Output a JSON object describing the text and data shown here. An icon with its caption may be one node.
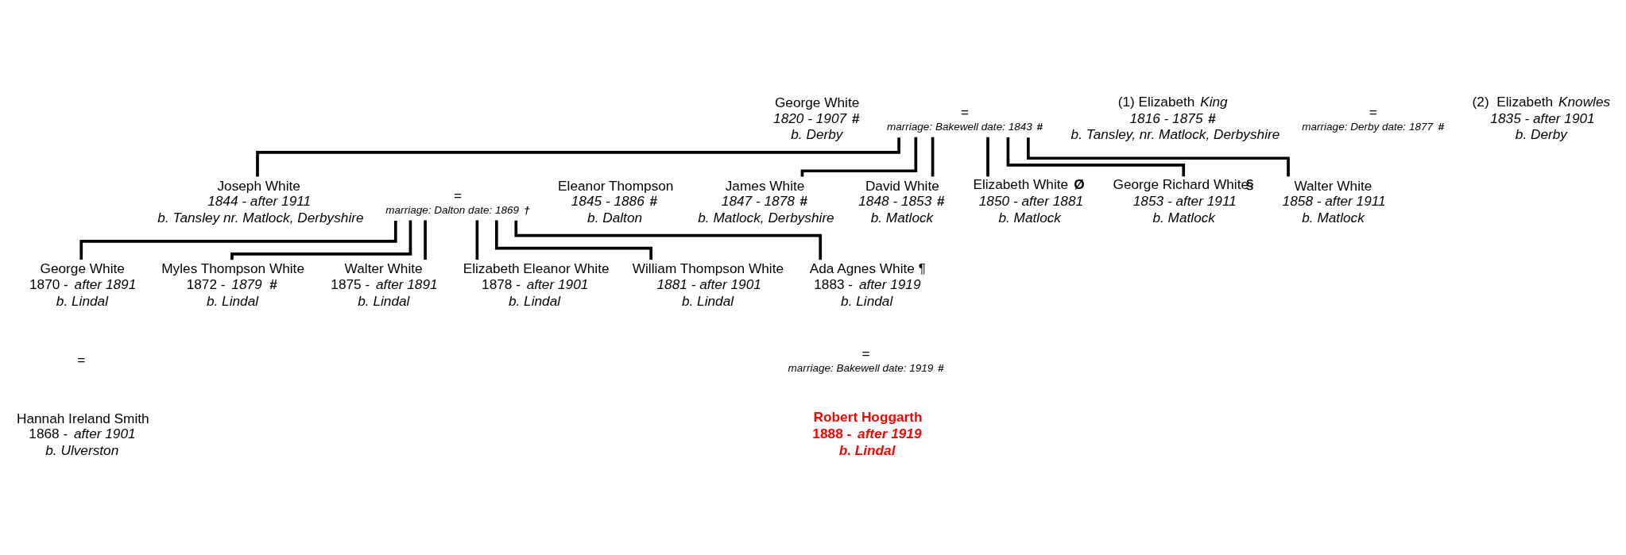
{
  "diagram": {
    "nodes": [
      {
        "text": [
          "George White",
          "1820 - 1907 **#**",
          "b. Derby"
        ]
      },
      {
        "text": [
          "="
        ],
        "beside": [
          "marriage: Bakewell date: 1843 **#**"
        ]
      },
      {
        "text": [
          "(1) Elizabeth *King*",
          "1816 - 1875 **#**",
          "b. Tansley, nr. Matlock, Derbyshire"
        ]
      },
      {
        "text": [
          "="
        ],
        "beside": [
          "marriage: Derby date: 1877 **#**"
        ]
      },
      {
        "text": [
          "(2)  Elizabeth *Knowles*",
          "1835 - after 1901",
          "b. Derby"
        ]
      },
      {
        "text": [
          "Joseph White",
          "1844 - after 1911",
          "b. Tansley nr. Matlock, Derbyshire"
        ]
      },
      {
        "text": [
          "="
        ],
        "beside": [
          "marriage: Dalton date: 1869 **†**"
        ]
      },
      {
        "text": [
          "Eleanor Thompson",
          "1845 - 1886 **#**",
          "b. Dalton"
        ]
      },
      {
        "text": [
          "James White",
          "1847 - 1878 **#**",
          "b. Matlock, Derbyshire"
        ]
      },
      {
        "text": [
          "David White",
          "1848 - 1853 **#**",
          "b. Matlock"
        ]
      },
      {
        "text": [
          "Elizabeth White **Ø**",
          "1850 - after 1881",
          "b. Matlock"
        ]
      },
      {
        "text": [
          "George Richard White**§**",
          "1853 - after 1911",
          "b. Matlock"
        ]
      },
      {
        "text": [
          "Walter White",
          "1858 - after 1911",
          "b. Matlock"
        ]
      },
      {
        "text": [
          "George White",
          "1870 - *after 1891*",
          "b. Lindal"
        ]
      },
      {
        "text": [
          "Myles Thompson White",
          "1872 - *1879* **#**",
          "b. Lindal"
        ]
      },
      {
        "text": [
          "Walter White",
          "1875 - *after 1891*",
          "b. Lindal"
        ]
      },
      {
        "text": [
          "Elizabeth Eleanor White",
          "1878 - *after 1901*",
          "b. Lindal"
        ]
      },
      {
        "text": [
          "William Thompson White",
          "1881 - after 1901",
          "b. Lindal"
        ]
      },
      {
        "text": [
          "Ada Agnes White ¶",
          "1883 - *after 1919*",
          "b. Lindal"
        ]
      },
      {
        "text": [
          "="
        ]
      },
      {
        "text": [
          "="
        ],
        "beside": [
          "marriage: Bakewell date: 1919 **#**"
        ]
      },
      {
        "text": [
          "Hannah Ireland Smith",
          "1868 - *after 1901*",
          "b. Ulverston"
        ]
      },
      {
        "text": [
          "Robert Hoggarth",
          "1888 - *after 1919*",
          "b. Lindal"
        ]
      }
    ],
    "edges": [
      {
        "from": 1,
        "to": 5,
        "arrow": "none"
      },
      {
        "from": 1,
        "to": 8,
        "arrow": "none"
      },
      {
        "from": 1,
        "to": 9,
        "arrow": "none"
      },
      {
        "from": 1,
        "to": 10,
        "arrow": "none"
      },
      {
        "from": 1,
        "to": 11,
        "arrow": "none"
      },
      {
        "from": 1,
        "to": 12,
        "arrow": "none"
      },
      {
        "from": 6,
        "to": 13,
        "arrow": "none"
      },
      {
        "from": 6,
        "to": 14,
        "arrow": "none"
      },
      {
        "from": 6,
        "to": 15,
        "arrow": "none"
      },
      {
        "from": 6,
        "to": 16,
        "arrow": "none"
      },
      {
        "from": 6,
        "to": 17,
        "arrow": "none"
      },
      {
        "from": 6,
        "to": 18,
        "arrow": "none"
      }
    ]
  }
}
